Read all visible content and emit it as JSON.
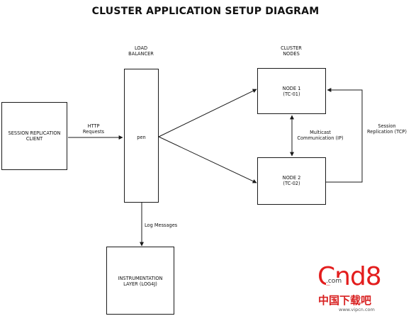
{
  "title": "CLUSTER APPLICATION SETUP DIAGRAM",
  "labels": {
    "load_balancer": [
      "LOAD",
      "BALANCER"
    ],
    "cluster_nodes": [
      "CLUSTER",
      "NODES"
    ],
    "http": [
      "HTTP",
      "Requests"
    ],
    "multicast": [
      "Multicast",
      "Communication (IP)"
    ],
    "session_repl": [
      "Session",
      "Replication (TCP)"
    ],
    "log_messages": "Log Messages"
  },
  "boxes": {
    "client": [
      "SESSION REPLICATION",
      "CLIENT"
    ],
    "balancer": "pen",
    "node1": [
      "NODE 1",
      "(TC-01)"
    ],
    "node2": [
      "NODE 2",
      "(TC-02)"
    ],
    "instrumentation": [
      "INSTRUMENTATION",
      "LAYER (LOG4J)"
    ]
  },
  "watermark": {
    "brand": "Cnd8",
    "domain": ".com",
    "chinese": "中国下载吧",
    "url": "www.vipcn.com"
  }
}
